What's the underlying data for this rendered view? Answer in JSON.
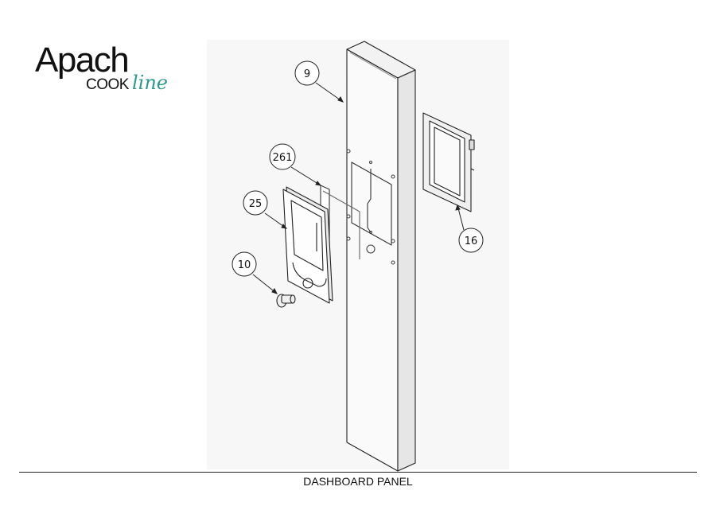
{
  "brand": {
    "name": "Apach",
    "line_prefix": "COOK",
    "line_suffix": "line",
    "accent_color": "#2a9a8a"
  },
  "callouts": [
    "9",
    "261",
    "25",
    "10",
    "16"
  ],
  "caption": "DASHBOARD PANEL"
}
